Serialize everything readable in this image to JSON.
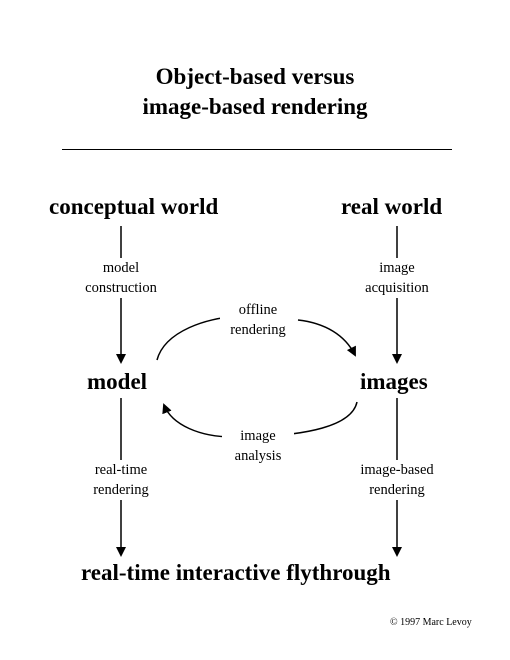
{
  "title": {
    "line1": "Object-based versus",
    "line2": "image-based rendering"
  },
  "nodes": {
    "conceptual_world": "conceptual world",
    "real_world": "real world",
    "model": "model",
    "images": "images",
    "flythrough": "real-time interactive flythrough"
  },
  "edges": {
    "model_construction": "model\nconstruction",
    "image_acquisition": "image\nacquisition",
    "offline_rendering": "offline\nrendering",
    "image_analysis": "image\nanalysis",
    "realtime_rendering": "real-time\nrendering",
    "image_based_rendering": "image-based\nrendering"
  },
  "credit": "© 1997 Marc Levoy"
}
